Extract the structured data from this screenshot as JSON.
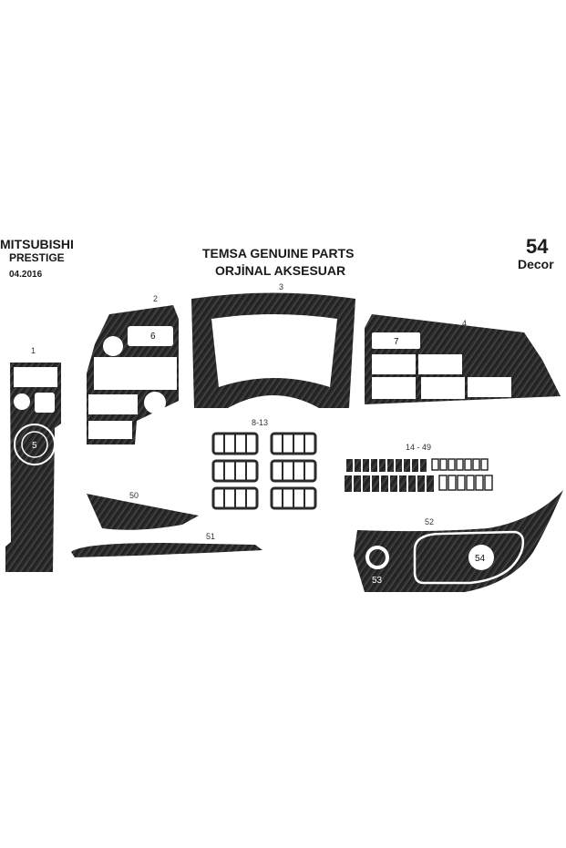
{
  "brand": "MITSUBISHI",
  "model": "PRESTIGE",
  "date": "04.2016",
  "title_line1": "TEMSA GENUINE PARTS",
  "title_line2": "ORJİNAL AKSESUAR",
  "piece_count": "54",
  "kit_type": "Decor",
  "labels": {
    "p1": "1",
    "p2": "2",
    "p3": "3",
    "p4": "4",
    "p5": "5",
    "p6": "6",
    "p7": "7",
    "p8_13": "8-13",
    "p14_49": "14 - 49",
    "p50": "50",
    "p51": "51",
    "p52": "52",
    "p53": "53",
    "p54": "54"
  },
  "colors": {
    "carbon": "#2b2b2b",
    "cutout": "#ffffff",
    "text": "#1a1a1a"
  }
}
